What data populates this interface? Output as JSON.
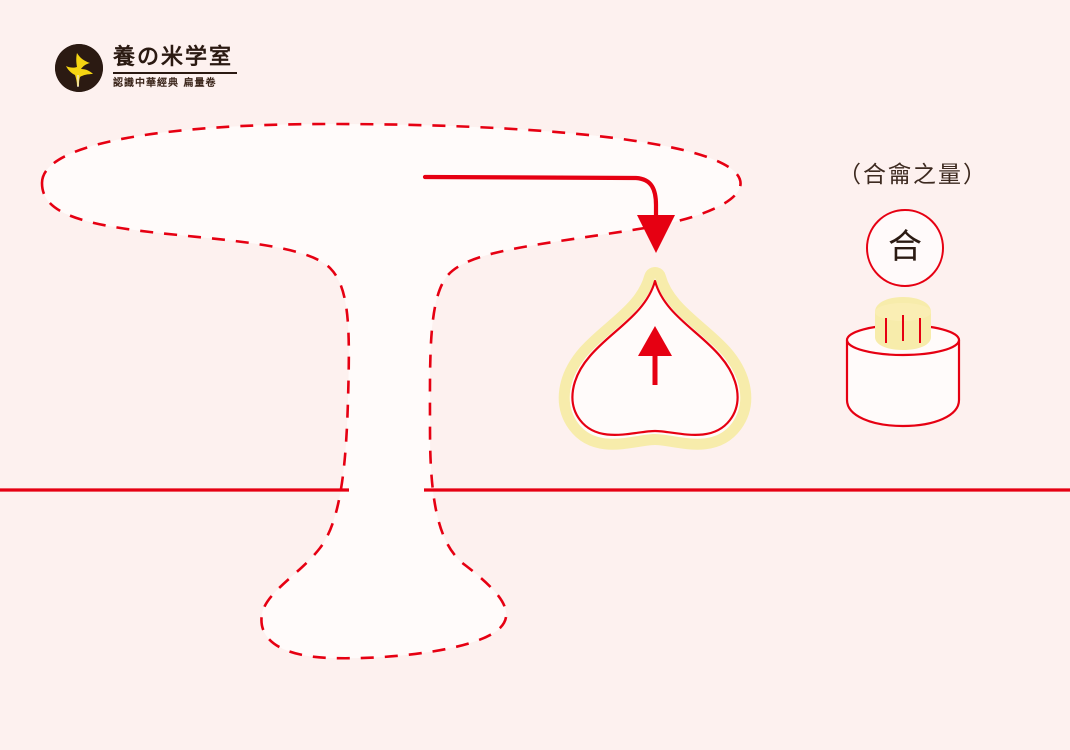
{
  "page": {
    "background_color": "#fdf1ef",
    "accent_red": "#e60012",
    "halo_yellow": "#f7ecab",
    "ink_dark": "#2b1a12",
    "fill_white": "#fffbfa"
  },
  "logo": {
    "mark_name": "bird-in-circle-logo",
    "title": "養の米学室",
    "subtitle": "認識中華經典 扁量卷"
  },
  "caption": {
    "right_label": "（合龠之量）"
  },
  "glyph": {
    "character": "合"
  },
  "diagram": {
    "ground_line_label": "ground-line",
    "vessel_label": "cylindrical-measure-vessel",
    "grain_label": "heaped-grain-mound",
    "drop_label": "teardrop-volume-shape",
    "arrow_up_label": "upward-volume-arrow",
    "pointer_label": "curved-pointer-arrow",
    "table_label": "dashed-pedestal-table-outline"
  }
}
